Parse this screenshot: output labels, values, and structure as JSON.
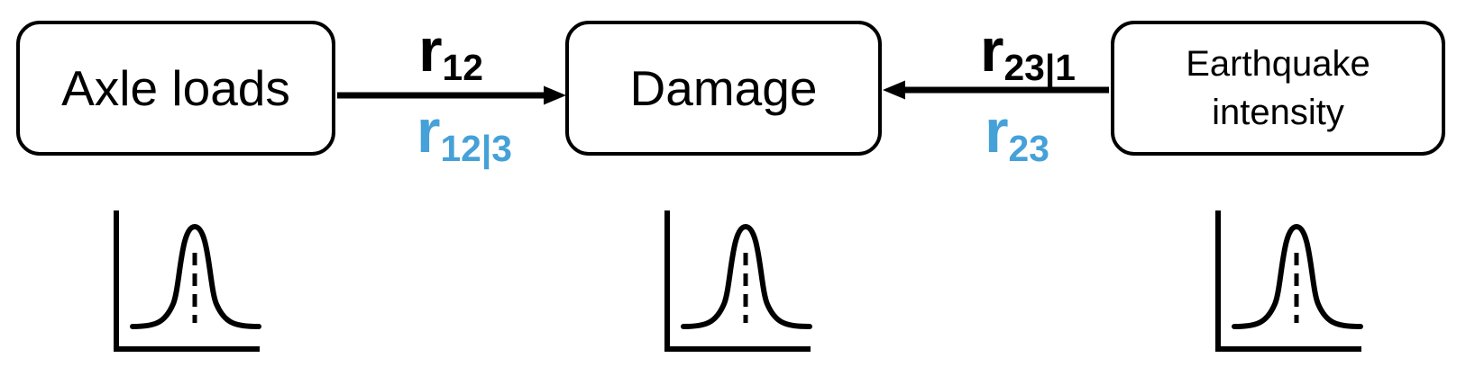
{
  "diagram": {
    "nodes": [
      {
        "id": "axle-loads",
        "label": "Axle loads"
      },
      {
        "id": "damage",
        "label": "Damage"
      },
      {
        "id": "earthquake-intensity",
        "label": "Earthquake intensity"
      }
    ],
    "edges": [
      {
        "from": "axle-loads",
        "to": "damage",
        "direction": "right",
        "label_primary": {
          "base": "r",
          "sub": "12"
        },
        "label_secondary": {
          "base": "r",
          "sub": "12|3"
        }
      },
      {
        "from": "earthquake-intensity",
        "to": "damage",
        "direction": "left",
        "label_primary": {
          "base": "r",
          "sub": "23|1"
        },
        "label_secondary": {
          "base": "r",
          "sub": "23"
        }
      }
    ],
    "distributions": [
      {
        "under": "axle-loads",
        "icon": "normal-distribution-icon"
      },
      {
        "under": "damage",
        "icon": "normal-distribution-icon"
      },
      {
        "under": "earthquake-intensity",
        "icon": "normal-distribution-icon"
      }
    ],
    "colors": {
      "line": "#000000",
      "secondary_label": "#45A1D8"
    }
  }
}
